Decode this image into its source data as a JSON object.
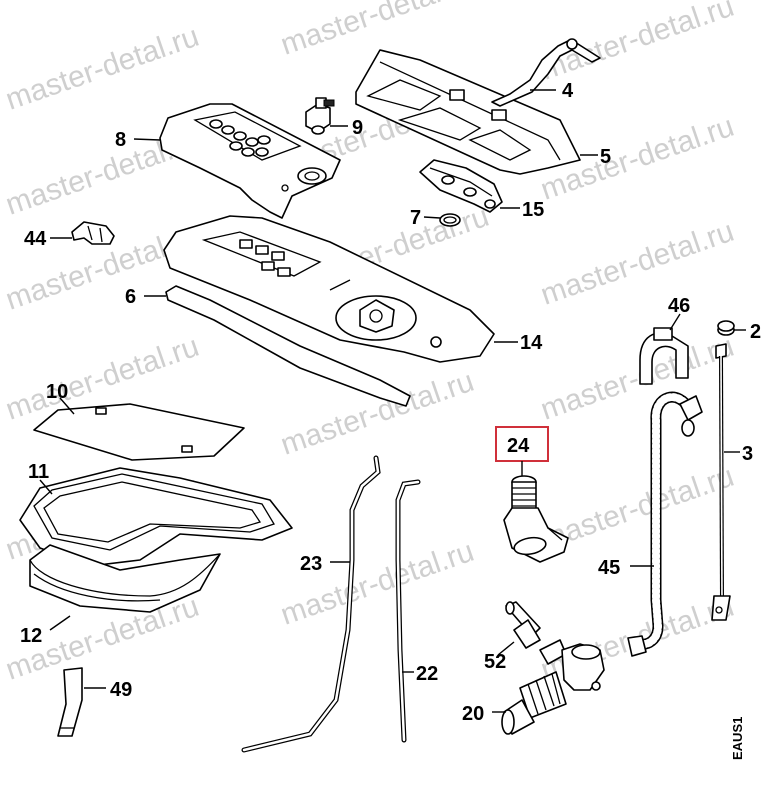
{
  "watermark": {
    "text": "master-detal.ru",
    "color": "#cfcfcf"
  },
  "diagram_code": "EAUS1",
  "highlight": {
    "part": "24",
    "color": "#d0303a"
  },
  "callouts": {
    "p2": "2",
    "p3": "3",
    "p4": "4",
    "p5": "5",
    "p6": "6",
    "p7": "7",
    "p8": "8",
    "p9": "9",
    "p10": "10",
    "p11": "11",
    "p12": "12",
    "p14": "14",
    "p15": "15",
    "p20": "20",
    "p22": "22",
    "p23": "23",
    "p24": "24",
    "p44": "44",
    "p45": "45",
    "p46": "46",
    "p49": "49",
    "p52": "52"
  }
}
